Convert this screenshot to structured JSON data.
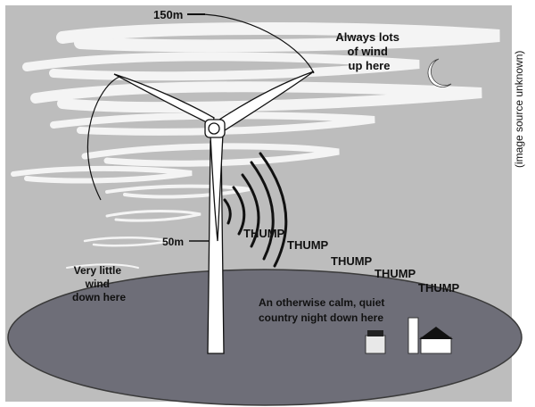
{
  "labels": {
    "height_top": "150m",
    "height_hub": "50m",
    "top_note": [
      "Always lots",
      "of wind",
      "up here"
    ],
    "bottom_note": [
      "Very little",
      "wind",
      "down here"
    ],
    "village_note": [
      "An otherwise calm, quiet",
      "country night down here"
    ],
    "thumps": [
      "THUMP",
      "THUMP",
      "THUMP",
      "THUMP",
      "THUMP"
    ],
    "source_note": "(image source unknown)"
  },
  "colors": {
    "sky": "#bdbdbd",
    "ground": "#6e6e78",
    "wind_streaks": "#f2f2f2",
    "turbine": "#ffffff",
    "outline": "#111111"
  },
  "icons": [
    "moon-icon",
    "house-icon",
    "tower-icon",
    "turbine-icon",
    "sound-wave-icon"
  ]
}
